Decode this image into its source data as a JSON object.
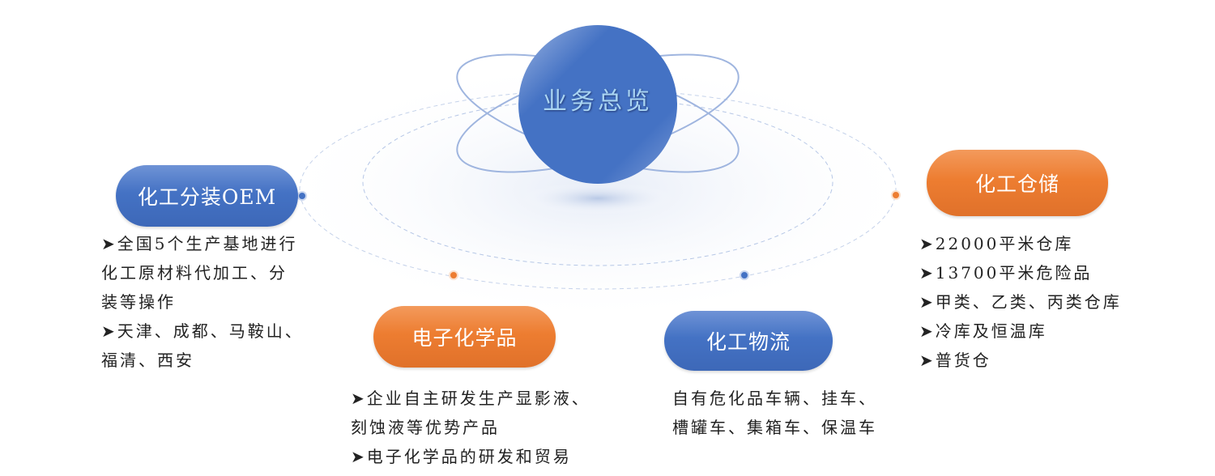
{
  "center": {
    "title": "业务总览"
  },
  "colors": {
    "blue": "#4472c4",
    "orange": "#ed7d31"
  },
  "nodes": [
    {
      "label": "化工分装OEM",
      "color": "blue",
      "lines": [
        "➤全国5个生产基地进行",
        "化工原材料代加工、分",
        "装等操作",
        "➤天津、成都、马鞍山、",
        "福清、西安"
      ]
    },
    {
      "label": "电子化学品",
      "color": "orange",
      "lines": [
        "➤企业自主研发生产显影液、",
        "刻蚀液等优势产品",
        "➤电子化学品的研发和贸易"
      ]
    },
    {
      "label": "化工物流",
      "color": "blue",
      "lines": [
        "自有危化品车辆、挂车、",
        "槽罐车、集箱车、保温车"
      ]
    },
    {
      "label": "化工仓储",
      "color": "orange",
      "lines": [
        "➤22000平米仓库",
        "➤13700平米危险品",
        "➤甲类、乙类、丙类仓库",
        "➤冷库及恒温库",
        "➤普货仓"
      ]
    }
  ]
}
